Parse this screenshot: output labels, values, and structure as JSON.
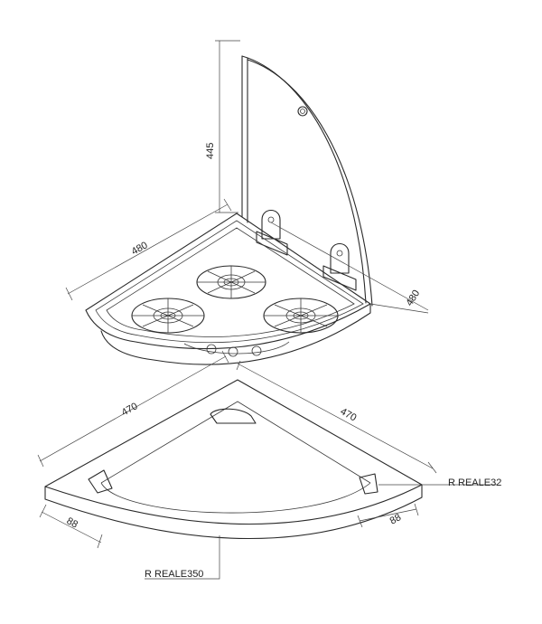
{
  "dimensions": {
    "lid_height": "445",
    "hob_depth_left": "480",
    "hob_depth_right": "480",
    "frame_left": "470",
    "frame_right": "470",
    "frame_band_left": "88",
    "frame_band_right": "88",
    "inner_radius": "R REALE32",
    "outer_radius": "R REALE350"
  }
}
